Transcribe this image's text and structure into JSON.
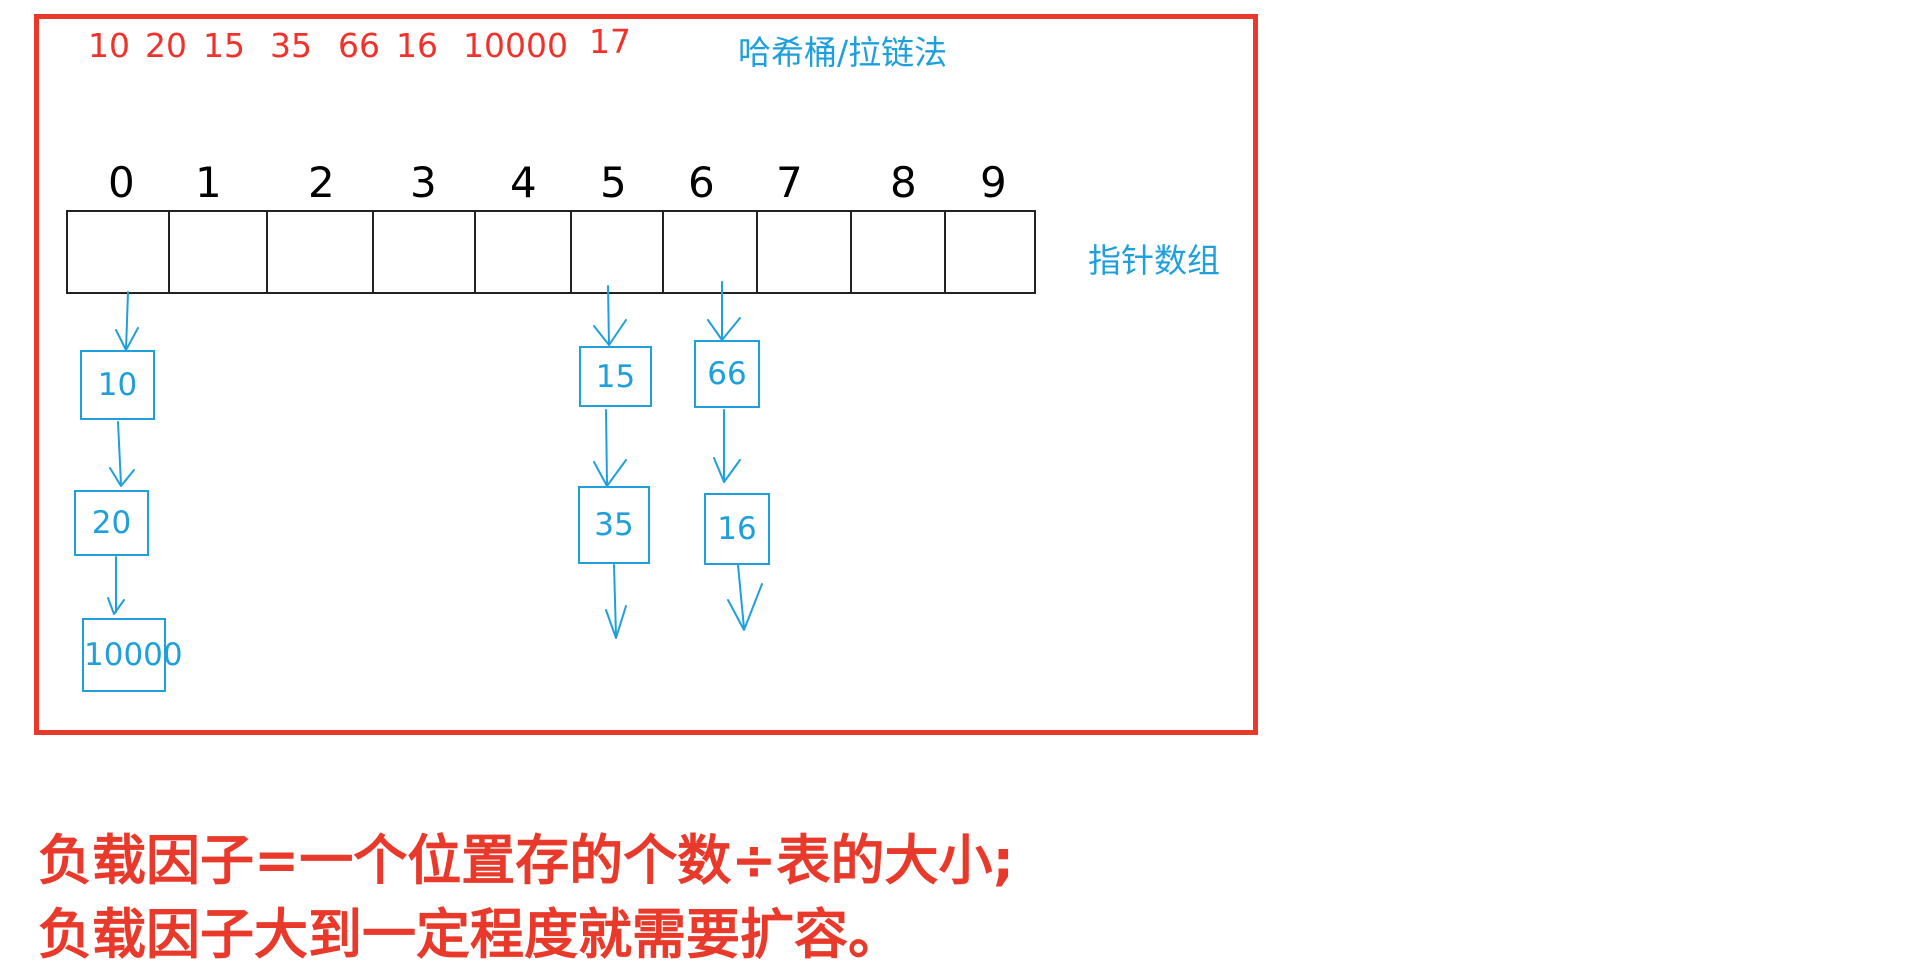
{
  "sequence": [
    "10",
    "20",
    "15",
    "35",
    "66",
    "16",
    "10000",
    "17"
  ],
  "title": "哈希桶/拉链法",
  "array_label": "指针数组",
  "indices": [
    "0",
    "1",
    "2",
    "3",
    "4",
    "5",
    "6",
    "7",
    "8",
    "9"
  ],
  "buckets": {
    "b0": [
      "10",
      "20",
      "10000"
    ],
    "b5": [
      "15",
      "35"
    ],
    "b6": [
      "66",
      "16"
    ]
  },
  "notes": {
    "line1": "负载因子=一个位置存的个数÷表的大小;",
    "line2": "负载因子大到一定程度就需要扩容。"
  },
  "colors": {
    "frame": "#e8392b",
    "sequence": "#f0322a",
    "diagram": "#1fa0dc",
    "note": "#e8392b"
  }
}
